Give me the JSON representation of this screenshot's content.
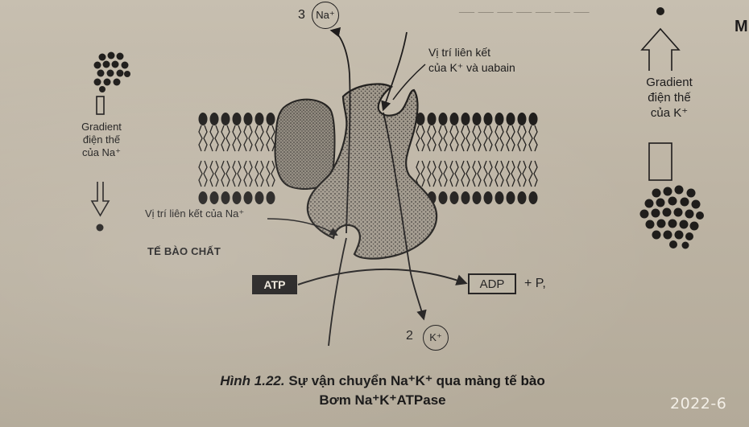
{
  "figure": {
    "na_gradient_label": "Gradient\nđiện thế\ncủa Na⁺",
    "k_gradient_label": "Gradient\nđiện thế\ncủa K⁺",
    "k_binding_site_label": "Vị trí liên kết\ncủa K⁺ và uabain",
    "na_binding_site_label": "Vị trí liên kết của Na⁺",
    "cytoplasm_label": "TẾ BÀO CHẤT",
    "atp_label": "ATP",
    "adp_label": "ADP",
    "pi_label": "+ P,",
    "na_ion": {
      "count": "3",
      "symbol": "Na⁺"
    },
    "k_ion": {
      "count": "2",
      "symbol": "K⁺"
    }
  },
  "caption": {
    "figure_number": "Hình 1.22.",
    "line1": "Sự vận chuyển Na⁺K⁺ qua màng tế bào",
    "line2": "Bơm Na⁺K⁺ATPase"
  },
  "edge_letter": "M",
  "timestamp": "2022-6"
}
